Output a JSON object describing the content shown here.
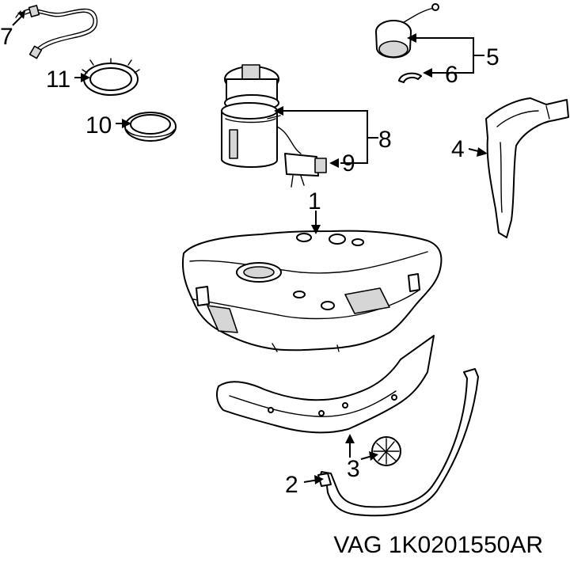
{
  "callouts": [
    {
      "id": "1",
      "text": "1"
    },
    {
      "id": "2",
      "text": "2"
    },
    {
      "id": "3",
      "text": "3"
    },
    {
      "id": "4",
      "text": "4"
    },
    {
      "id": "5",
      "text": "5"
    },
    {
      "id": "6",
      "text": "6"
    },
    {
      "id": "7",
      "text": "7"
    },
    {
      "id": "8",
      "text": "8"
    },
    {
      "id": "9",
      "text": "9"
    },
    {
      "id": "10",
      "text": "10"
    },
    {
      "id": "11",
      "text": "11"
    }
  ],
  "footer": {
    "text": "VAG 1K0201550AR"
  }
}
